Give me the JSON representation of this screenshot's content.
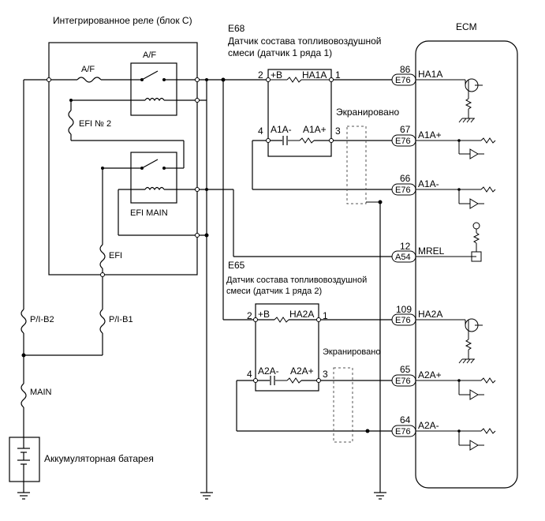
{
  "relay_block": {
    "title": "Интегрированное реле (блок C)",
    "af_fuse": "A/F",
    "af_relay": "A/F",
    "efi2_fuse": "EFI № 2",
    "efi_main_relay": "EFI MAIN",
    "efi_fuse": "EFI"
  },
  "fuses": {
    "pib2": "P/I-B2",
    "pib1": "P/I-B1",
    "main": "MAIN"
  },
  "battery": {
    "label": "Аккумуляторная батарея"
  },
  "sensor1": {
    "id": "E68",
    "name_line1": "Датчик состава топливовоздушной",
    "name_line2": "смеси (датчик 1 ряда 1)",
    "pin_b": "+B",
    "pin_ha": "HA1A",
    "pin_am": "A1A-",
    "pin_ap": "A1A+",
    "n2": "2",
    "n1": "1",
    "n4": "4",
    "n3": "3",
    "shield": "Экранировано"
  },
  "sensor2": {
    "id": "E65",
    "name_line1": "Датчик состава топливовоздушной",
    "name_line2": "смеси (датчик 1 ряда 2)",
    "pin_b": "+B",
    "pin_ha": "HA2A",
    "pin_am": "A2A-",
    "pin_ap": "A2A+",
    "n2": "2",
    "n1": "1",
    "n4": "4",
    "n3": "3",
    "shield": "Экранировано"
  },
  "ecm": {
    "title": "ECM",
    "pins": [
      {
        "num": "86",
        "conn": "E76",
        "name": "HA1A"
      },
      {
        "num": "67",
        "conn": "E76",
        "name": "A1A+"
      },
      {
        "num": "66",
        "conn": "E76",
        "name": "A1A-"
      },
      {
        "num": "12",
        "conn": "A54",
        "name": "MREL"
      },
      {
        "num": "109",
        "conn": "E76",
        "name": "HA2A"
      },
      {
        "num": "65",
        "conn": "E76",
        "name": "A2A+"
      },
      {
        "num": "64",
        "conn": "E76",
        "name": "A2A-"
      }
    ]
  }
}
